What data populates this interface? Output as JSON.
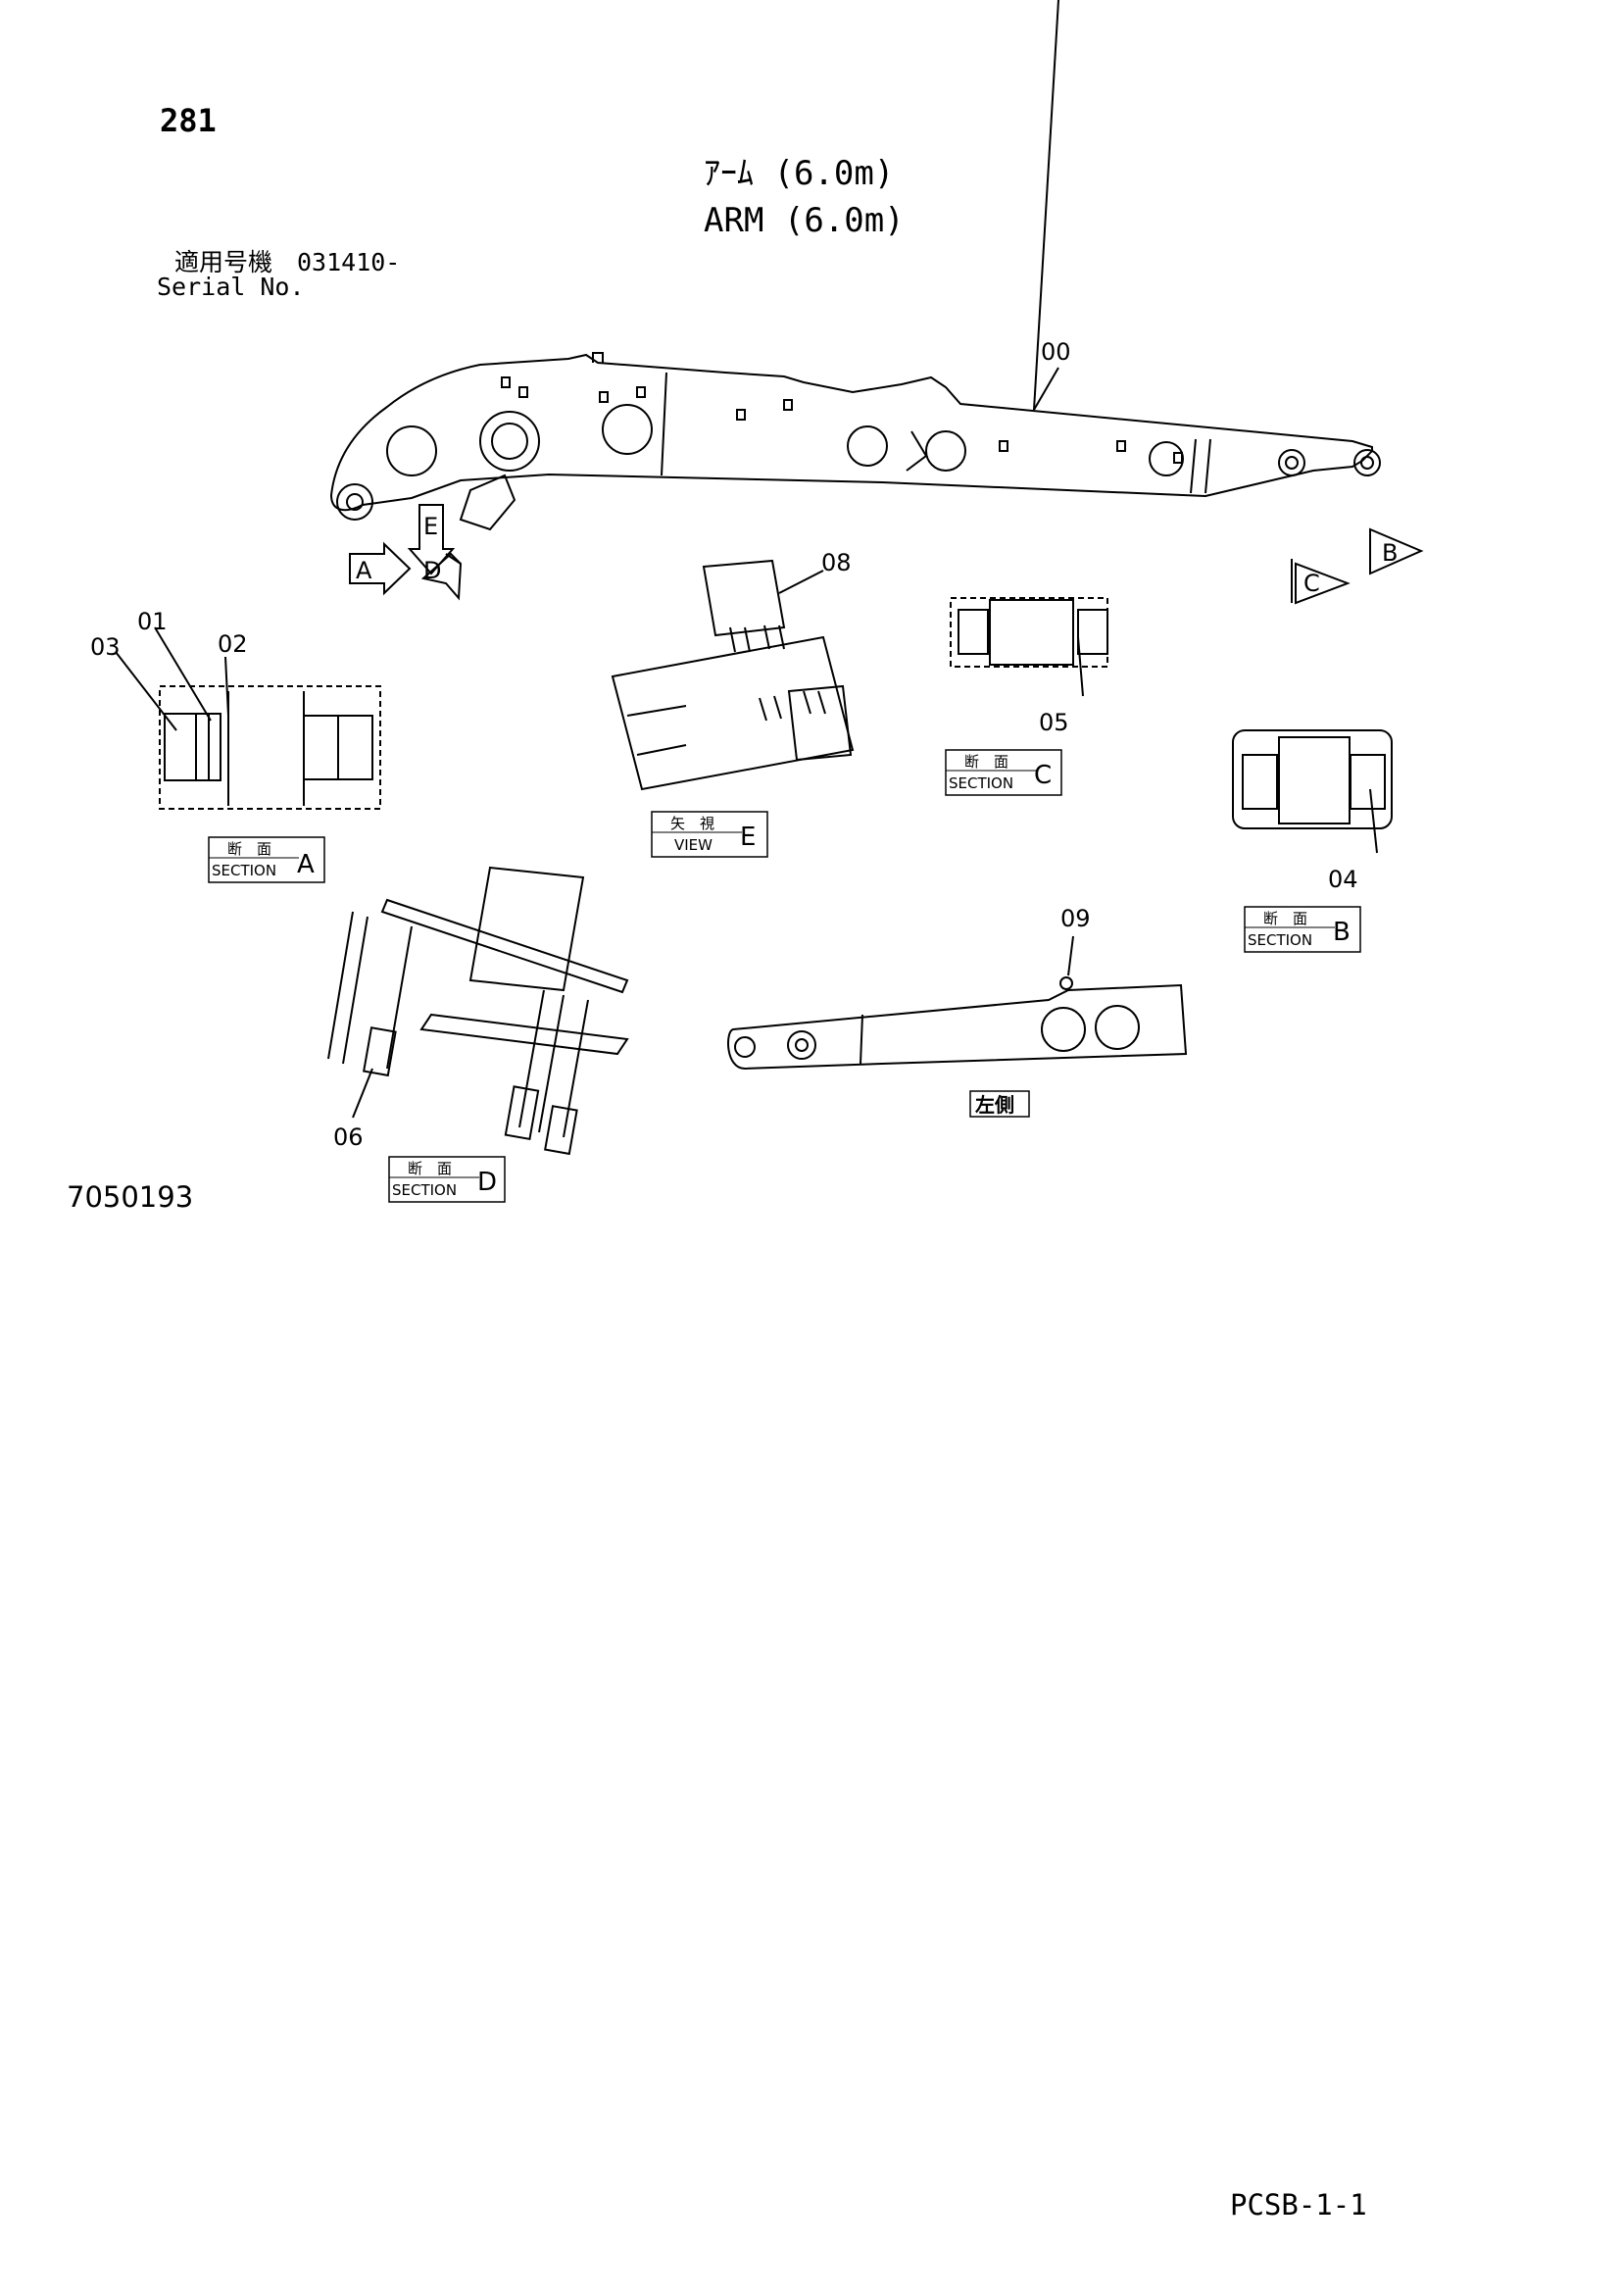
{
  "page_number": "281",
  "title_jp": "ｱｰﾑ (6.0m)",
  "title_en": "ARM (6.0m)",
  "serial_jp": "適用号機　031410-",
  "serial_en": "Serial No.",
  "document_number": "7050193",
  "footer_code": "PCSB-1-1",
  "callouts": {
    "c00": "00",
    "c01": "01",
    "c02": "02",
    "c03": "03",
    "c04": "04",
    "c05": "05",
    "c06": "06",
    "c08": "08",
    "c09": "09"
  },
  "view_markers": {
    "a": "A",
    "b": "B",
    "c": "C",
    "d": "D",
    "e": "E"
  },
  "section_labels": {
    "jp": "断　面",
    "en": "SECTION",
    "a": "A",
    "b": "B",
    "c": "C",
    "d": "D"
  },
  "view_label": {
    "jp": "矢　視",
    "en": "VIEW",
    "letter": "E"
  },
  "left_side_label": "左側"
}
